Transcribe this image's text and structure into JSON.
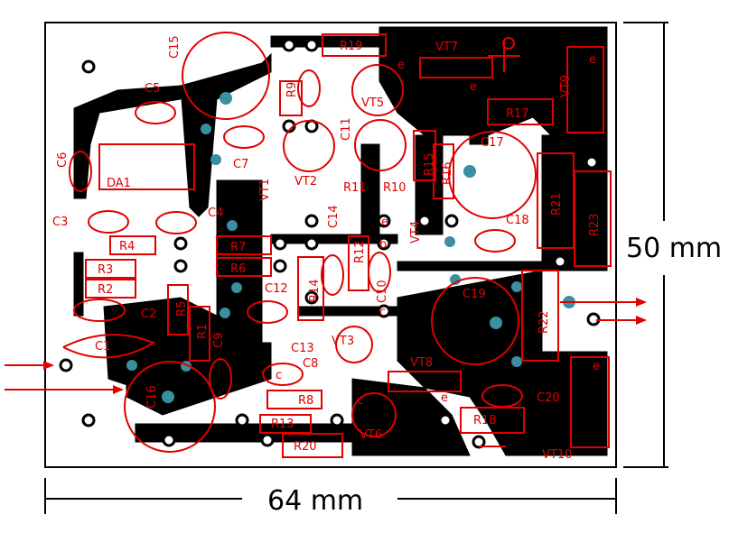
{
  "title": "",
  "dimensions": {
    "width_label": "64 mm",
    "height_label": "50 mm"
  },
  "colors": {
    "copper": "#000000",
    "silk": "#e00000",
    "pad_hole": "#3a8fa0",
    "board": "#ffffff"
  },
  "components": {
    "capacitors": [
      "C1",
      "C2",
      "C3",
      "C4",
      "C5",
      "C6",
      "C7",
      "C8",
      "C9",
      "C10",
      "C11",
      "C12",
      "C13",
      "C14",
      "C15",
      "C16",
      "C17",
      "C18",
      "C19",
      "C20"
    ],
    "resistors": [
      "R1",
      "R2",
      "R3",
      "R4",
      "R5",
      "R6",
      "R7",
      "R8",
      "R9",
      "R10",
      "R11",
      "R12",
      "R13",
      "R14",
      "R15",
      "R16",
      "R17",
      "R18",
      "R19",
      "R20",
      "R21",
      "R22",
      "R23"
    ],
    "transistors": [
      "VT1",
      "VT2",
      "VT3",
      "VT4",
      "VT5",
      "VT6",
      "VT7",
      "VT8",
      "VT9",
      "VT10"
    ],
    "ic": "DA1"
  },
  "pin_marks": [
    "e",
    "e",
    "e",
    "e",
    "b",
    "c",
    "c",
    "c",
    "e",
    "e"
  ]
}
